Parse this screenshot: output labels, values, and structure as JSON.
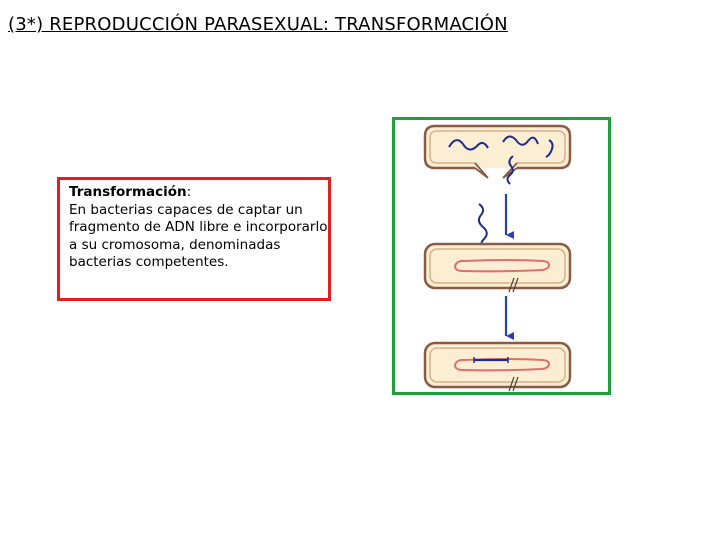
{
  "page": {
    "title": "(3*) REPRODUCCIÓN PARASEXUAL: TRANSFORMACIÓN"
  },
  "definition_box": {
    "term": "Transformación",
    "colon": ":",
    "text": "En bacterias capaces de captar un fragmento de ADN libre e incorporarlo a su cromosoma, denominadas bacterias competentes."
  },
  "colors": {
    "title": "#000000",
    "definition_border": "#e02020",
    "figure_border": "#1f9e3a",
    "cell_fill": "#fbeed2",
    "cell_outline": "#8a5a44",
    "donor_dna": "#1c2f8c",
    "chromosome": "#e07070",
    "arrow": "#2740b8"
  }
}
